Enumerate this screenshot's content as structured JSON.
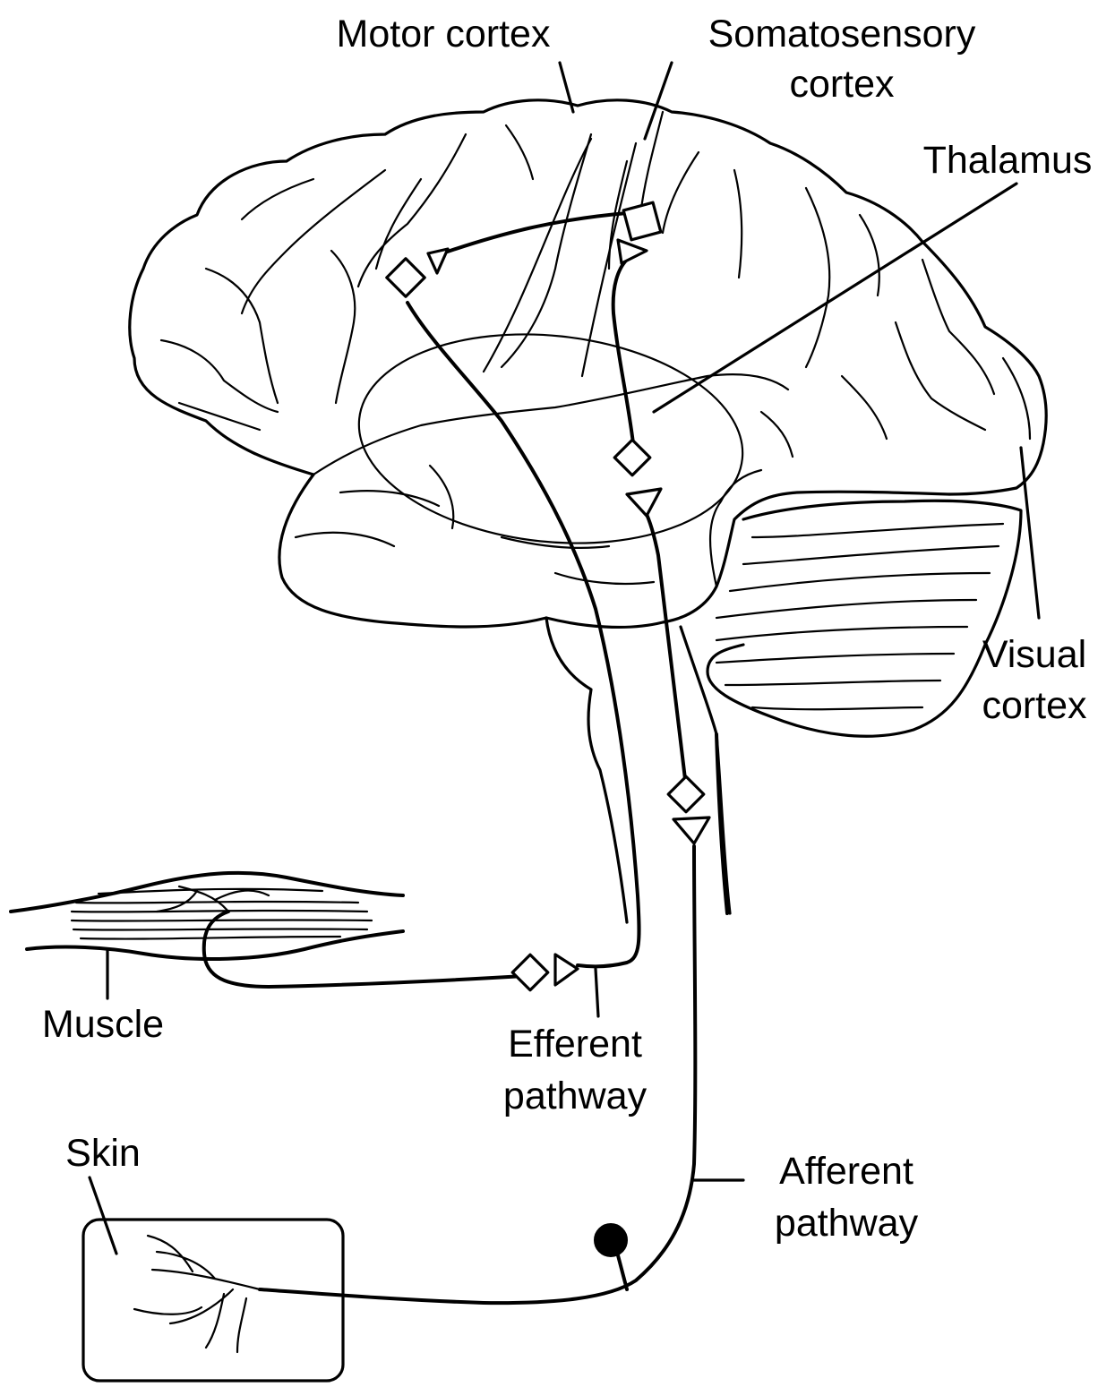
{
  "diagram": {
    "labels": {
      "motor_cortex": "Motor cortex",
      "somatosensory_line1": "Somatosensory",
      "somatosensory_line2": "cortex",
      "thalamus": "Thalamus",
      "visual_line1": "Visual",
      "visual_line2": "cortex",
      "muscle": "Muscle",
      "efferent_line1": "Efferent",
      "efferent_line2": "pathway",
      "skin": "Skin",
      "afferent_line1": "Afferent",
      "afferent_line2": "pathway"
    },
    "colors": {
      "ink": "#000000",
      "background": "#ffffff"
    }
  }
}
